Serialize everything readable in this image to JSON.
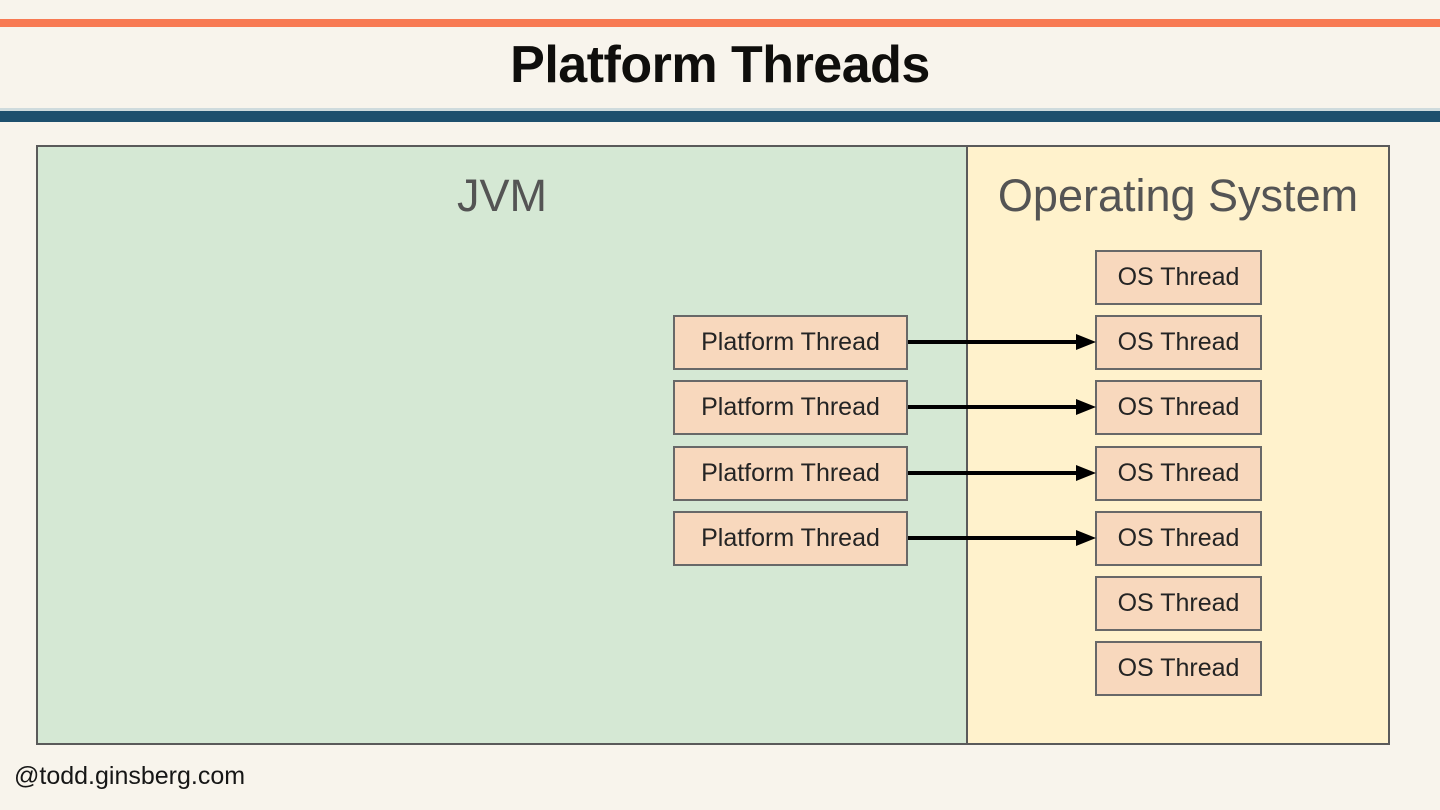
{
  "page": {
    "title": "Platform Threads",
    "footer": "@todd.ginsberg.com"
  },
  "diagram": {
    "jvm": {
      "label": "JVM",
      "platform_threads": [
        "Platform Thread",
        "Platform Thread",
        "Platform Thread",
        "Platform Thread"
      ]
    },
    "os": {
      "label": "Operating System",
      "os_threads": [
        "OS Thread",
        "OS Thread",
        "OS Thread",
        "OS Thread",
        "OS Thread",
        "OS Thread",
        "OS Thread"
      ]
    },
    "connections": [
      {
        "from_platform_thread": 0,
        "to_os_thread": 1
      },
      {
        "from_platform_thread": 1,
        "to_os_thread": 2
      },
      {
        "from_platform_thread": 2,
        "to_os_thread": 3
      },
      {
        "from_platform_thread": 3,
        "to_os_thread": 4
      }
    ]
  },
  "colors": {
    "accent_orange": "#f87a53",
    "accent_blue": "#1d4f6d",
    "background": "#f8f4ec",
    "jvm_panel_fill": "#d5e8d4",
    "os_panel_fill": "#fff2cc",
    "thread_box_fill": "#f8d8bd",
    "panel_border": "#5a5a5a",
    "arrow": "#000000"
  }
}
